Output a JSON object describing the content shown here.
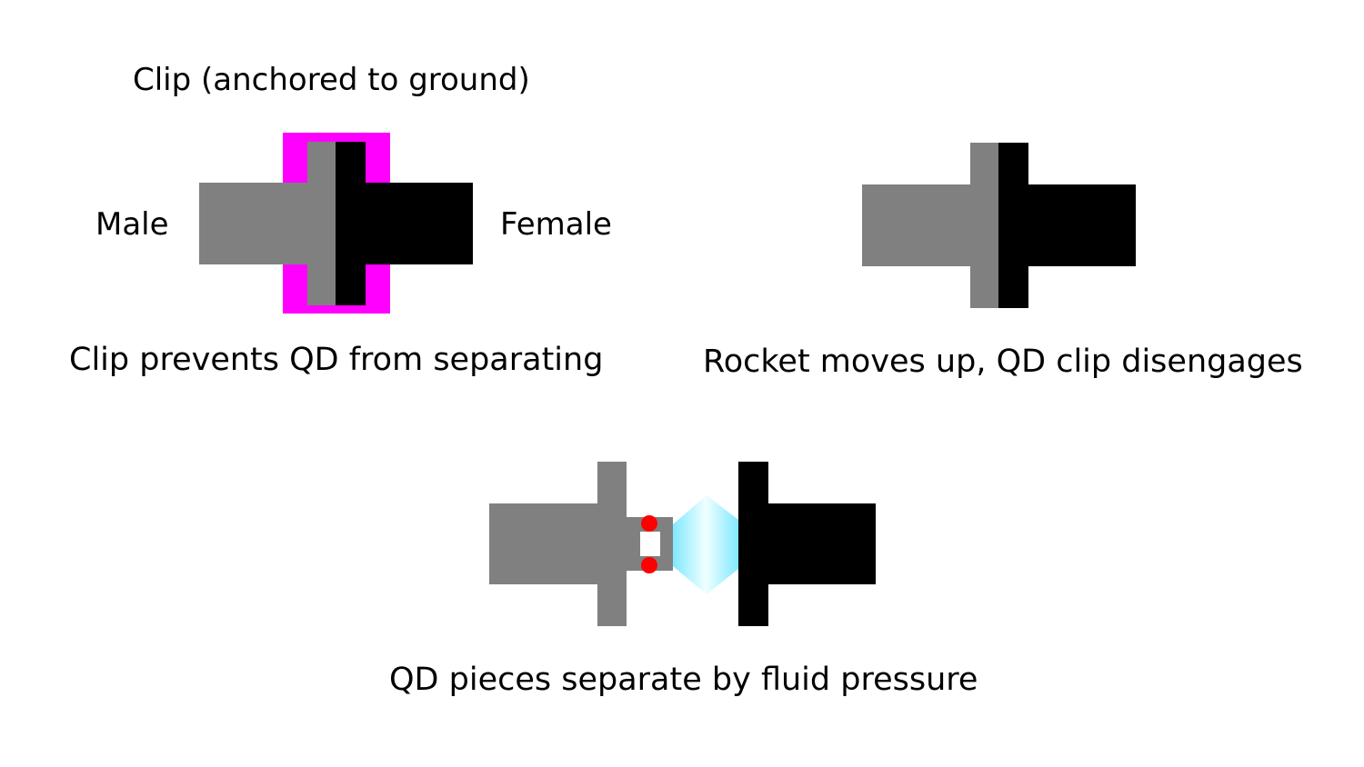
{
  "labels": {
    "clip_anchor": "Clip (anchored to ground)",
    "male": "Male",
    "female": "Female",
    "caption_connected": "Clip prevents QD from separating",
    "caption_disengaged": "Rocket moves up, QD clip disengages",
    "caption_separated": "QD pieces separate by fluid pressure"
  },
  "colors": {
    "male": "#808080",
    "female": "#000000",
    "clip": "#ff00ff",
    "seal": "#ff0000",
    "fluid_edge": "#80e8ff",
    "fluid_center": "#f0ffff",
    "background": "#ffffff"
  }
}
